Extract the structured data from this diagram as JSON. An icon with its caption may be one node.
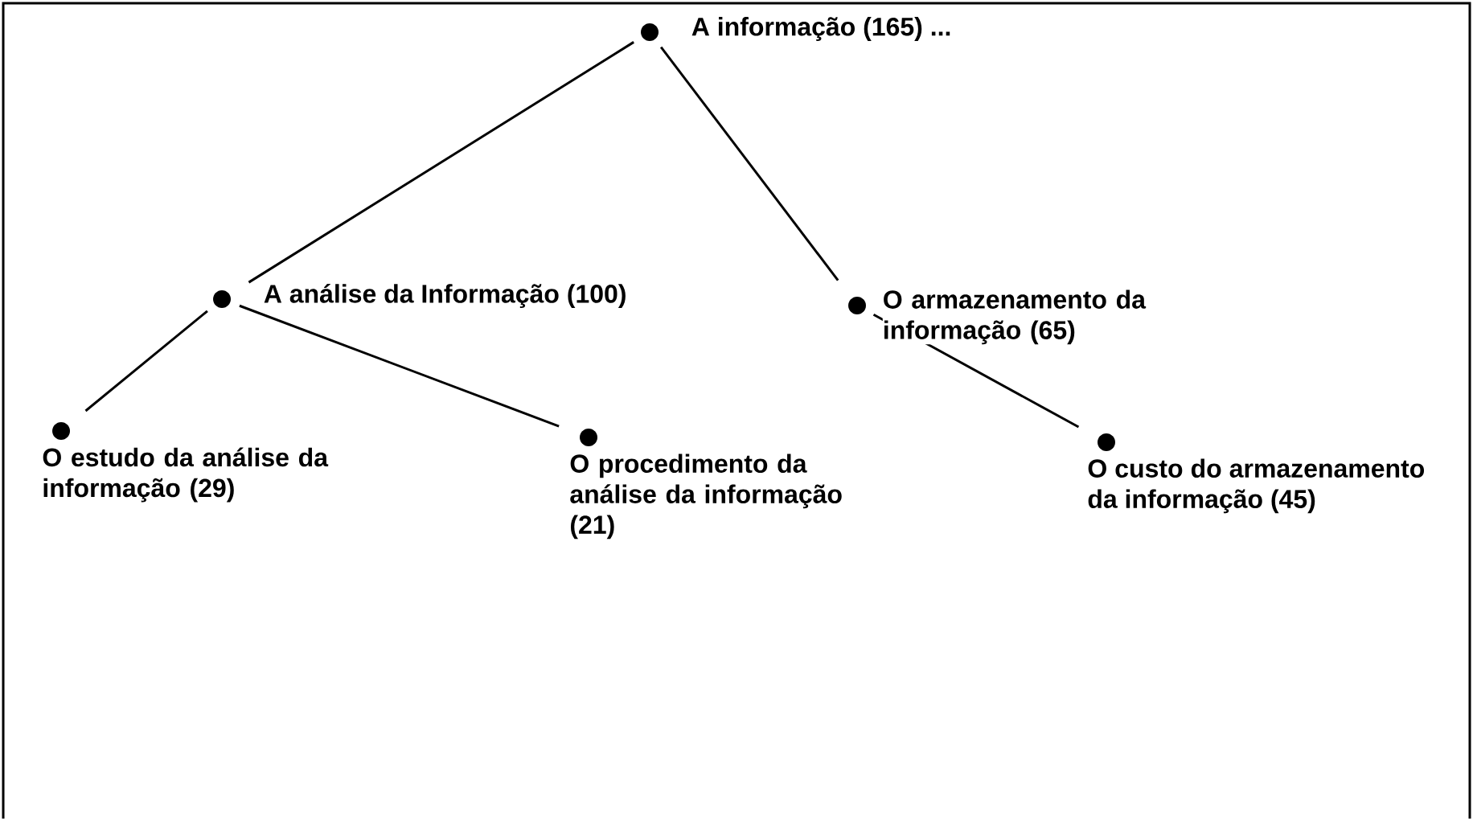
{
  "diagram": {
    "nodes": [
      {
        "text": [],
        "shape": "circle",
        "beside": [
          "A informação (165) ..."
        ]
      },
      {
        "text": [],
        "shape": "circle",
        "beside": [
          "A análise da Informação (100)"
        ]
      },
      {
        "text": [],
        "shape": "circle",
        "beside": [
          "O armazenamento da informação (65)"
        ]
      },
      {
        "text": [],
        "shape": "circle",
        "beside": [
          "O estudo da análise da informação (29)"
        ]
      },
      {
        "text": [],
        "shape": "circle",
        "beside": [
          "O procedimento da análise da informação (21)"
        ]
      },
      {
        "text": [],
        "shape": "circle",
        "beside": [
          "O custo do armazenamento da informação (45)"
        ]
      }
    ],
    "edges": [
      {
        "from": 0,
        "to": 1,
        "arrow": "none"
      },
      {
        "from": 0,
        "to": 2,
        "arrow": "none"
      },
      {
        "from": 1,
        "to": 3,
        "arrow": "none"
      },
      {
        "from": 1,
        "to": 4,
        "arrow": "none"
      },
      {
        "from": 2,
        "to": 5,
        "arrow": "none"
      }
    ]
  }
}
